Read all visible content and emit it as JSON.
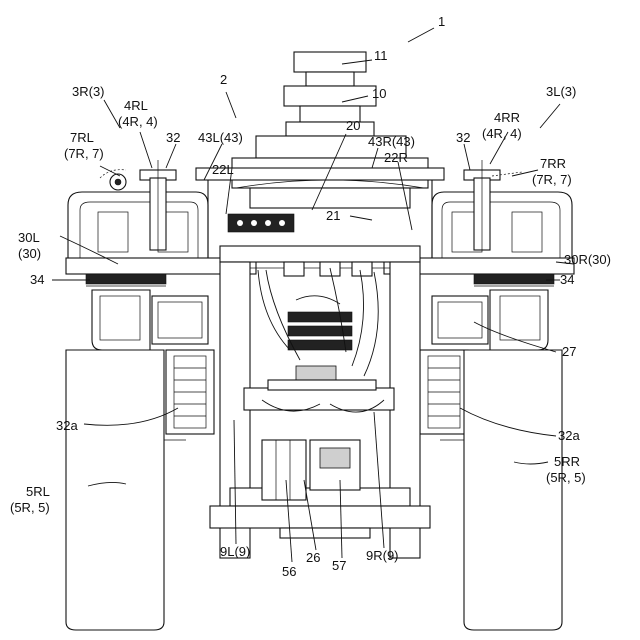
{
  "labels": {
    "l_1": "1",
    "l_2": "2",
    "l_11": "11",
    "l_10": "10",
    "l_3r": "3R(3)",
    "l_4rl_a": "4RL",
    "l_4rl_b": "(4R, 4)",
    "l_7rl_a": "7RL",
    "l_7rl_b": "(7R, 7)",
    "l_32_left": "32",
    "l_43l": "43L(43)",
    "l_20": "20",
    "l_43r": "43R(43)",
    "l_22r": "22R",
    "l_22l": "22L",
    "l_32_right": "32",
    "l_4rr_a": "4RR",
    "l_4rr_b": "(4R, 4)",
    "l_3l": "3L(3)",
    "l_7rr_a": "7RR",
    "l_7rr_b": "(7R, 7)",
    "l_21": "21",
    "l_30l_a": "30L",
    "l_30l_b": "(30)",
    "l_30r": "30R(30)",
    "l_34_left": "34",
    "l_34_right": "34",
    "l_27": "27",
    "l_32a_left": "32a",
    "l_32a_right": "32a",
    "l_5rl_a": "5RL",
    "l_5rl_b": "(5R, 5)",
    "l_5rr_a": "5RR",
    "l_5rr_b": "(5R, 5)",
    "l_9l": "9L(9)",
    "l_9r": "9R(9)",
    "l_56": "56",
    "l_26": "26",
    "l_57": "57"
  }
}
